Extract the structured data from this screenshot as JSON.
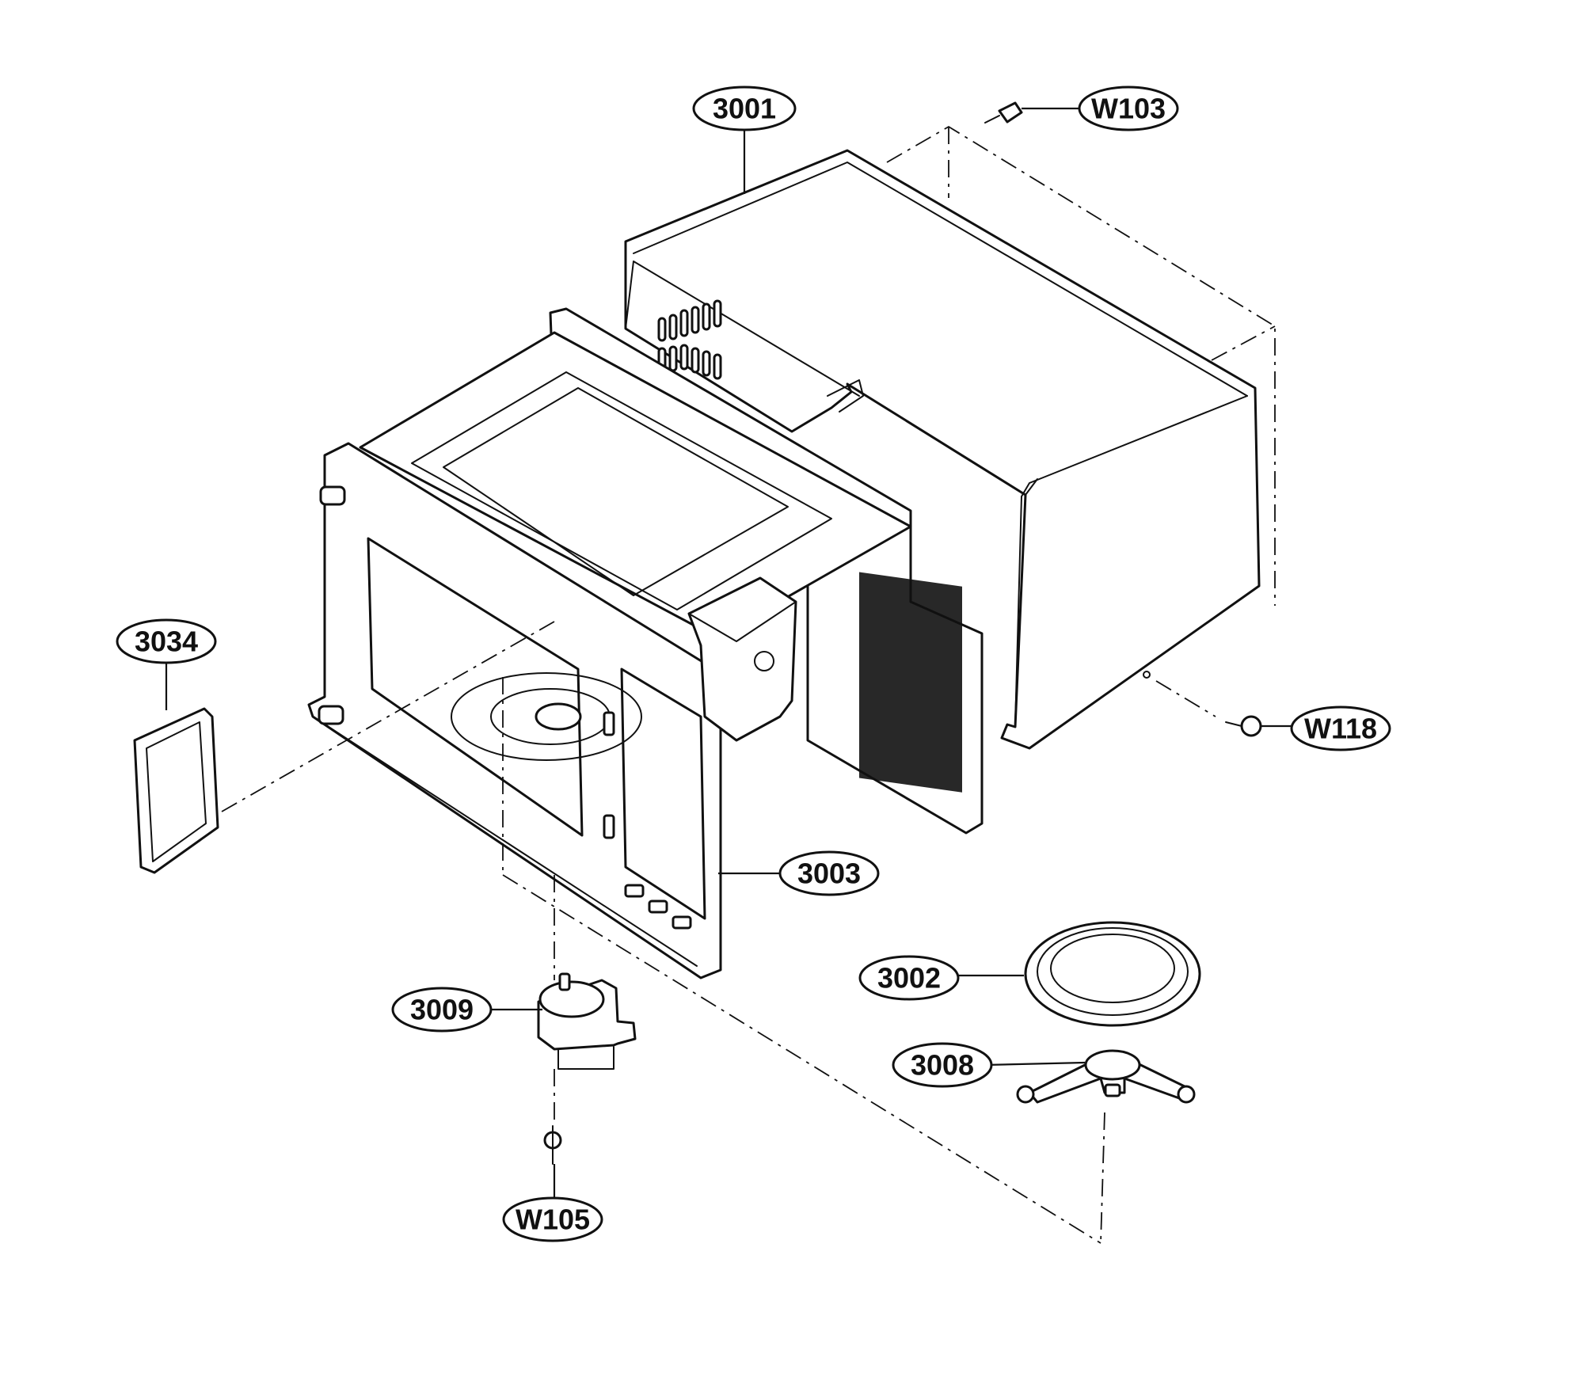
{
  "callouts": [
    {
      "id": "3001",
      "label": "3001"
    },
    {
      "id": "W103",
      "label": "W103"
    },
    {
      "id": "3034",
      "label": "3034"
    },
    {
      "id": "W118",
      "label": "W118"
    },
    {
      "id": "3003",
      "label": "3003"
    },
    {
      "id": "3002",
      "label": "3002"
    },
    {
      "id": "3009",
      "label": "3009"
    },
    {
      "id": "3008",
      "label": "3008"
    },
    {
      "id": "W105",
      "label": "W105"
    }
  ],
  "colors": {
    "line": "#111111",
    "background": "#ffffff"
  }
}
